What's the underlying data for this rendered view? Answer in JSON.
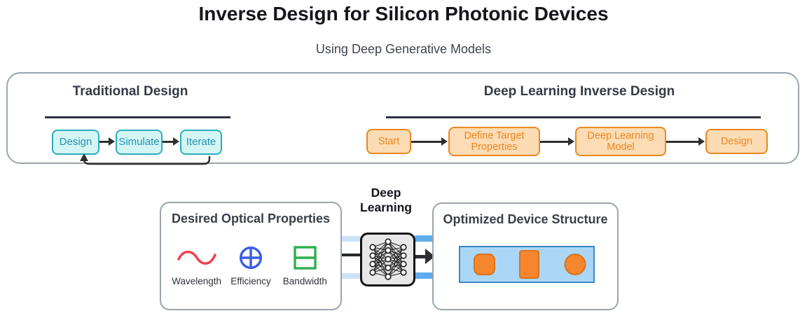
{
  "header": {
    "title": "Inverse Design for Silicon Photonic Devices",
    "subtitle": "Using Deep Generative Models"
  },
  "comparison": {
    "traditional": {
      "heading": "Traditional Design",
      "steps": [
        "Design",
        "Simulate",
        "Iterate"
      ]
    },
    "inverse": {
      "heading": "Deep Learning Inverse Design",
      "steps": [
        "Start",
        "Define Target Properties",
        "Deep Learning Model",
        "Design"
      ]
    }
  },
  "pipeline": {
    "input": {
      "heading": "Desired Optical Properties",
      "items": [
        {
          "icon": "sine-wave-icon",
          "label": "Wavelength"
        },
        {
          "icon": "crossed-circle-icon",
          "label": "Efficiency"
        },
        {
          "icon": "split-square-icon",
          "label": "Bandwidth"
        }
      ]
    },
    "model": {
      "label": "Deep Learning",
      "icon": "neural-network-icon"
    },
    "output": {
      "heading": "Optimized Device Structure",
      "icon": "device-structure-graphic"
    }
  },
  "colors": {
    "traditional_fill": "#d3f5f4",
    "traditional_accent": "#27aebc",
    "traditional_text": "#2492b5",
    "inverse_fill": "#fbdcb4",
    "inverse_accent": "#ec8722",
    "wavelength_icon": "#f2434e",
    "efficiency_icon": "#3a5be8",
    "bandwidth_icon": "#2fae4e",
    "device_fill": "#aad7f5",
    "device_border": "#3e86c6",
    "device_shape_fill": "#f5862e",
    "flow_blue": "#60acec",
    "flow_pale_blue": "#cbe3f8",
    "arrow_dark": "#2f2f2f",
    "panel_border": "#9aa4af"
  }
}
